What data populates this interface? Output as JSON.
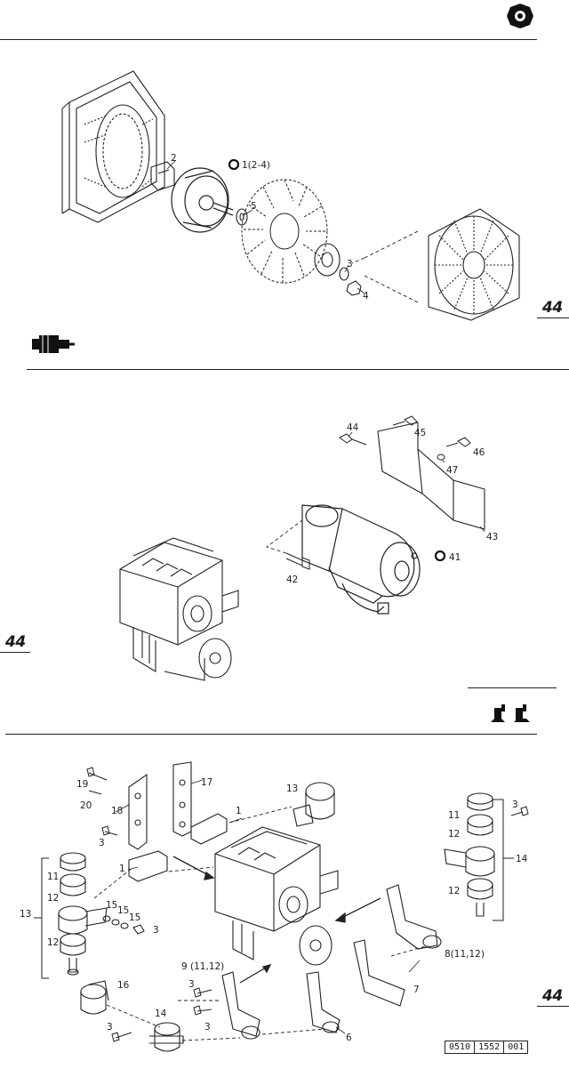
{
  "page_numbers": {
    "top": "44",
    "middle": "44",
    "bottom": "44"
  },
  "drawing_ref": {
    "part1": "0510",
    "part2": "1552",
    "part3": "001"
  },
  "icons": {
    "top_logo": "gear-logo-icon",
    "starter_section": "starter-motor-icon",
    "mounts_section": "engine-mount-icon"
  },
  "section_alternator": {
    "callouts": {
      "c1": "1(2-4)",
      "c2": "2",
      "c3": "3",
      "c4": "4",
      "c5": "5"
    }
  },
  "section_starter": {
    "callouts": {
      "c41": "41",
      "c42": "42",
      "c43": "43",
      "c44": "44",
      "c45": "45",
      "c46": "46",
      "c47": "47"
    }
  },
  "section_mounts": {
    "callouts": {
      "c19": "19",
      "c20": "20",
      "c18": "18",
      "c17": "17",
      "c13a": "13",
      "c1a": "1",
      "c3a": "3",
      "c1b": "1",
      "c11a": "11",
      "c12a": "12",
      "c13b": "13",
      "c15a": "15",
      "c15b": "15",
      "c15c": "15",
      "c3b": "3",
      "c12b": "12",
      "c16": "16",
      "c14a": "14",
      "c3c": "3",
      "c9": "9 (11,12)",
      "c3d": "3",
      "c3e": "3",
      "c6": "6",
      "c7": "7",
      "c8": "8(11,12)",
      "c3f": "3",
      "c11b": "11",
      "c12c": "12",
      "c14b": "14",
      "c12d": "12"
    }
  }
}
